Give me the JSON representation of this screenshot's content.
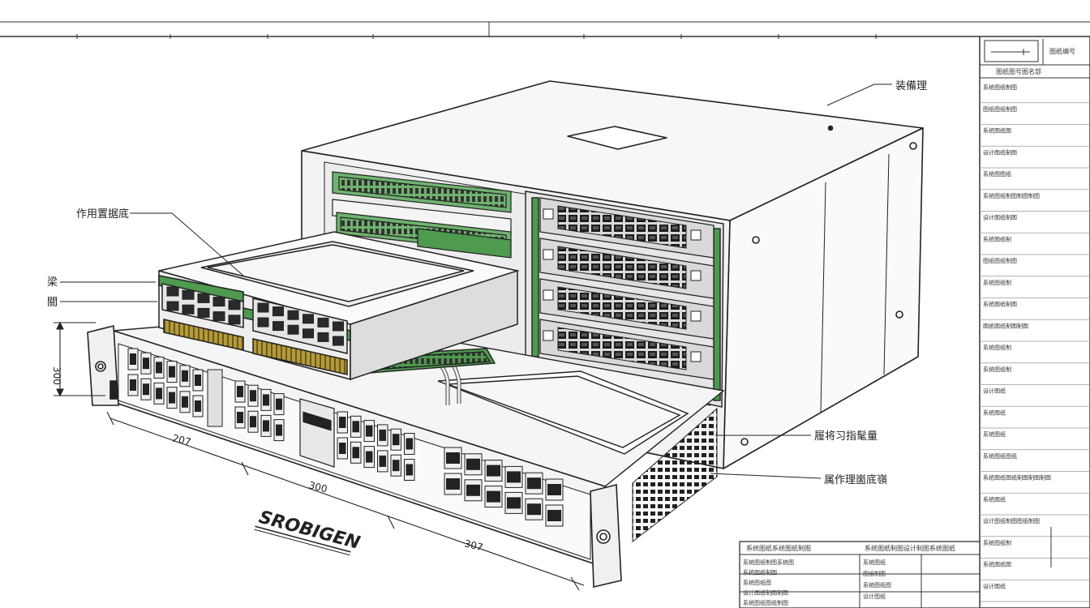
{
  "callouts": {
    "top_cover": "装備理",
    "left_module": "作用置据底",
    "left_a": "梁",
    "left_b": "關",
    "right_a": "履将习指髦量",
    "right_b": "属作理崮底嶺"
  },
  "dimensions": {
    "height": "300",
    "front_left": "207",
    "front_mid": "300",
    "front_right": "307"
  },
  "brand": "SROBIGEN",
  "title_block": {
    "header": "图纸编号",
    "subheader": "图纸图号图名部",
    "rows": [
      "系统图纸制图",
      "图纸图纸制图",
      "系统图纸图",
      "设计图纸制图",
      "系统图图纸",
      "系统图纸制图制图制图",
      "设计图纸制图",
      "系统图纸制",
      "图纸图纸制图",
      "系统图纸制",
      "系统图纸制图",
      "图纸图纸制图制图",
      "系统图纸制",
      "系统图纸制",
      "设计图纸",
      "系统图纸",
      "系统图纸",
      "系统图纸图纸",
      "系统图纸图纸制图制图制图",
      "系统图纸",
      "设计图纸制图图纸制图",
      "系统图纸制",
      "系统图纸图",
      "设计图纸"
    ]
  },
  "bottom_table": {
    "col1_header": "系统图纸系统图纸制图",
    "col2_header": "系统图纸制图设计制图系统图纸",
    "col1": [
      "系统图纸制图系统图",
      "系统图纸制图",
      "系统图纸图",
      "设计图纸制图制图",
      "系统图纸图纸制图"
    ],
    "col2": [
      "系统图纸",
      "图纸制图",
      "系统图纸图",
      "设计图纸"
    ]
  }
}
